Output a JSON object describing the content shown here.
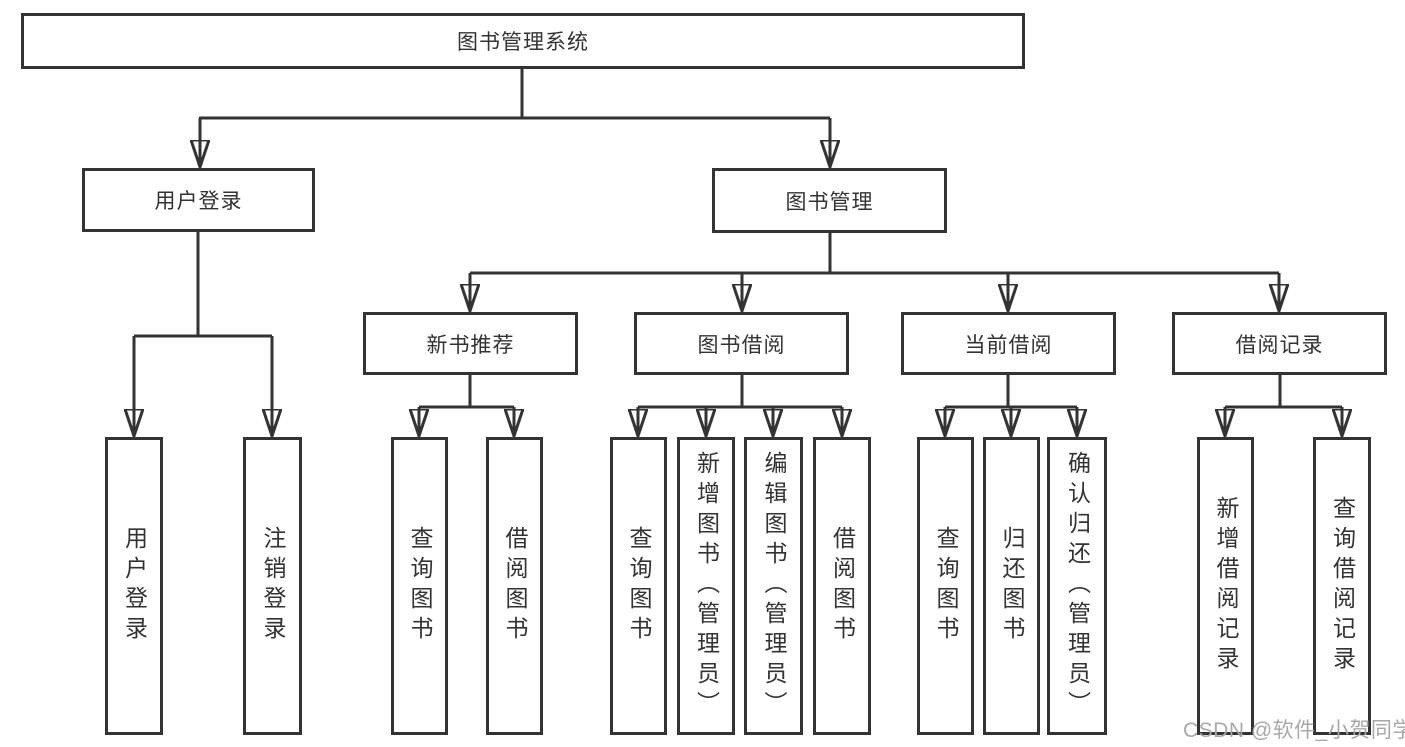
{
  "diagram": {
    "title": "图书管理系统",
    "type": "feature-tree",
    "line_color": "#333333",
    "box_background": "#ffffff",
    "structure": {
      "root": "图书管理系统",
      "children": [
        {
          "label": "用户登录",
          "children": [
            {
              "label": "用户登录"
            },
            {
              "label": "注销登录"
            }
          ]
        },
        {
          "label": "图书管理",
          "children": [
            {
              "label": "新书推荐",
              "children": [
                {
                  "label": "查询图书"
                },
                {
                  "label": "借阅图书"
                }
              ]
            },
            {
              "label": "图书借阅",
              "children": [
                {
                  "label": "查询图书"
                },
                {
                  "label": "新增图书（管理员）"
                },
                {
                  "label": "编辑图书（管理员）"
                },
                {
                  "label": "借阅图书"
                }
              ]
            },
            {
              "label": "当前借阅",
              "children": [
                {
                  "label": "查询图书"
                },
                {
                  "label": "归还图书"
                },
                {
                  "label": "确认归还（管理员）"
                }
              ]
            },
            {
              "label": "借阅记录",
              "children": [
                {
                  "label": "新增借阅记录"
                },
                {
                  "label": "查询借阅记录"
                }
              ]
            }
          ]
        }
      ]
    }
  },
  "nodes": {
    "root": "图书管理系统",
    "user_login": "用户登录",
    "book_mgmt": "图书管理",
    "new_book_rec": "新书推荐",
    "book_borrow": "图书借阅",
    "current_borrow": "当前借阅",
    "borrow_record": "借阅记录",
    "login": "用户登录",
    "logout": "注销登录",
    "rec_query_book": "查询图书",
    "rec_borrow_book": "借阅图书",
    "bb_query_book": "查询图书",
    "bb_add_book": "新增图书（管理员）",
    "bb_edit_book": "编辑图书（管理员）",
    "bb_borrow_book": "借阅图书",
    "cb_query_book": "查询图书",
    "cb_return_book": "归还图书",
    "cb_confirm_return": "确认归还（管理员）",
    "br_add_record": "新增借阅记录",
    "br_query_record": "查询借阅记录"
  },
  "watermark": {
    "text": "CSDN @软件_小贺同学",
    "color": "#a9a9a9"
  }
}
